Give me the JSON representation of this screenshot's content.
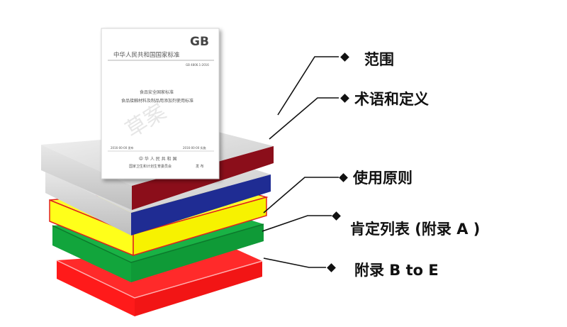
{
  "document": {
    "logo": "GB",
    "header": "中华人民共和国国家标准",
    "number": "GB 4806.1-2016",
    "title_line1": "食品安全国家标准",
    "title_line2": "食品接触材料及制品用添加剂使用标准",
    "watermark": "草案",
    "issue_date": "2016-00-00 发布",
    "impl_date": "2016-00-00 实施",
    "issuer_line1": "中 华 人 民 共 和 国",
    "issuer_line2": "国家卫生和计划生育委员会",
    "issuer_suffix": "发 布"
  },
  "layers": [
    {
      "name": "top-gray",
      "color": "#e6e6e6",
      "edge": "#8b0e1a"
    },
    {
      "name": "second-gray",
      "color": "#e2e2e2",
      "edge": "#1d2a8a"
    },
    {
      "name": "yellow",
      "color": "#ffff1a",
      "edge": "#ffee00"
    },
    {
      "name": "green",
      "color": "#12a53c",
      "edge": "#0e8a33"
    },
    {
      "name": "red",
      "color": "#ff1f1f",
      "edge": "#ff1a1a"
    }
  ],
  "labels": [
    {
      "text": "范围"
    },
    {
      "text": "术语和定义"
    },
    {
      "text": "使用原则"
    },
    {
      "text": "肯定列表 (附录 A )"
    },
    {
      "text": "附录 B to E"
    }
  ]
}
